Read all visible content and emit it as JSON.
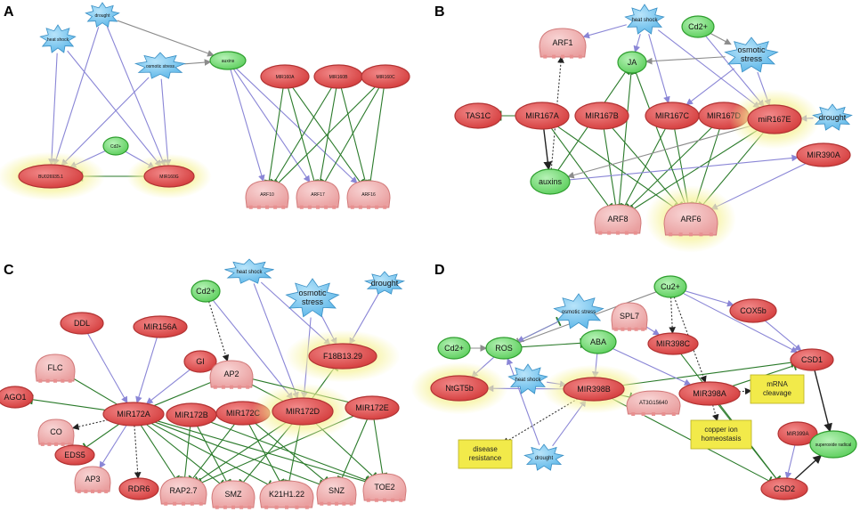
{
  "colors": {
    "mirna_fill": "#e85a5a",
    "mirna_stroke": "#b23333",
    "target_fill": "#f2b5b5",
    "target_stroke": "#d27a7a",
    "hormone_fill": "#7ee07e",
    "hormone_stroke": "#2e9e2e",
    "stress_fill": "#7cc9f0",
    "stress_stroke": "#3a8fc4",
    "box_fill": "#f2ea4a",
    "halo": "#f6f29a",
    "edge_induce": "#8a86d6",
    "edge_repress": "#2a7a2a",
    "edge_gray": "#8c8c8c",
    "edge_black": "#222222"
  },
  "panels": [
    {
      "letter": "A"
    },
    {
      "letter": "B"
    },
    {
      "letter": "C"
    },
    {
      "letter": "D"
    }
  ],
  "nodes": {
    "a_heat": "heat shock",
    "a_drought": "drought",
    "a_osm": "osmotic stress",
    "a_auxins": "auxins",
    "a_cd": "Cd2+",
    "a_bu": "BU026935.1",
    "a_mir160g": "MIR160G",
    "a_mir160a": "MIR160A",
    "a_mir160b": "MIR160B",
    "a_mir160c": "MIR160C",
    "a_arf10": "ARF10",
    "a_arf17": "ARF17",
    "a_arf16": "ARF16",
    "b_heat": "heat shock",
    "b_arf1": "ARF1",
    "b_ja": "JA",
    "b_cd": "Cd2+",
    "b_osm": "osmotic stress",
    "b_tas1c": "TAS1C",
    "b_mir167a": "MIR167A",
    "b_mir167b": "MIR167B",
    "b_mir167c": "MIR167C",
    "b_mir167d": "MIR167D",
    "b_mir167e": "miR167E",
    "b_drought": "drought",
    "b_auxins": "auxins",
    "b_mir390a": "MIR390A",
    "b_arf8": "ARF8",
    "b_arf6": "ARF6",
    "c_heat": "heat shock",
    "c_cd": "Cd2+",
    "c_osm": "osmotic stress",
    "c_drought": "drought",
    "c_ddl": "DDL",
    "c_mir156a": "MIR156A",
    "c_gi": "GI",
    "c_ap2": "AP2",
    "c_f18": "F18B13.29",
    "c_flc": "FLC",
    "c_ago1": "AGO1",
    "c_mir172a": "MIR172A",
    "c_mir172b": "MIR172B",
    "c_mir172c": "MIR172C",
    "c_mir172d": "MIR172D",
    "c_mir172e": "MIR172E",
    "c_co": "CO",
    "c_eds5": "EDS5",
    "c_ap3": "AP3",
    "c_rdr6": "RDR6",
    "c_rap27": "RAP2.7",
    "c_smz": "SMZ",
    "c_k21": "K21H1.22",
    "c_snz": "SNZ",
    "c_toe2": "TOE2",
    "d_cu": "Cu2+",
    "d_osm": "osmotic stress",
    "d_spl7": "SPL7",
    "d_cox5b": "COX5b",
    "d_cd": "Cd2+",
    "d_ros": "ROS",
    "d_aba": "ABA",
    "d_mir398c": "MIR398C",
    "d_csd1": "CSD1",
    "d_ntgt5b": "NtGT5b",
    "d_heat": "heat shock",
    "d_mir398b": "MIR398B",
    "d_at3g": "AT3G15640",
    "d_mir398a": "MIR398A",
    "d_mrna": "mRNA cleavage",
    "d_copper": "copper ion homeostasis",
    "d_mir399a": "MIR399A",
    "d_superox": "superoxide radical",
    "d_disease": "disease resistance",
    "d_drought": "drought",
    "d_csd2": "CSD2"
  }
}
